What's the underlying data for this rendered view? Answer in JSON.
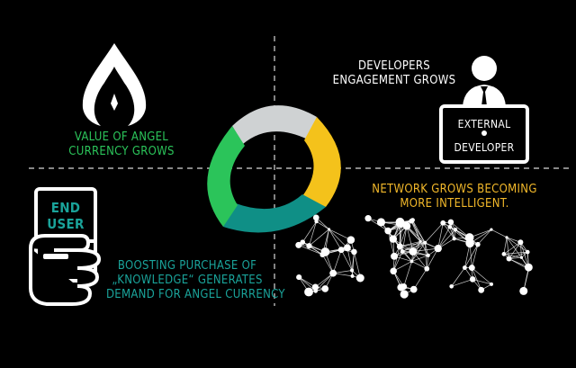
{
  "quadrants": {
    "top_left": {
      "text_line1": "VALUE OF ANGEL",
      "text_line2": "CURRENCY GROWS",
      "color": "#2bc45a",
      "icon": "angel-flame-icon"
    },
    "top_right": {
      "text_line1": "DEVELOPERS",
      "text_line2": "ENGAGEMENT GROWS",
      "color": "#ffffff",
      "icon": "developer-laptop-icon",
      "screen_line1": "EXTERNAL",
      "screen_line2": "DEVELOPER"
    },
    "bottom_right": {
      "text_line1": "NETWORK GROWS BECOMING",
      "text_line2": "MORE INTELLIGENT.",
      "color": "#f2b82a",
      "icon": "network-graph-icon"
    },
    "bottom_left": {
      "text_line1": "BOOSTING PURCHASE OF",
      "text_line2": "„KNOWLEDGE“ GENERATES",
      "text_line3": "DEMAND FOR ANGEL CURRENCY",
      "color": "#1aa39a",
      "icon": "hand-phone-icon",
      "phone_line1": "END",
      "phone_line2": "USER"
    }
  },
  "cycle": {
    "colors": {
      "top": "#cfd2d3",
      "right": "#f4c21b",
      "bottom": "#0f8f86",
      "left": "#2bc45a"
    }
  }
}
